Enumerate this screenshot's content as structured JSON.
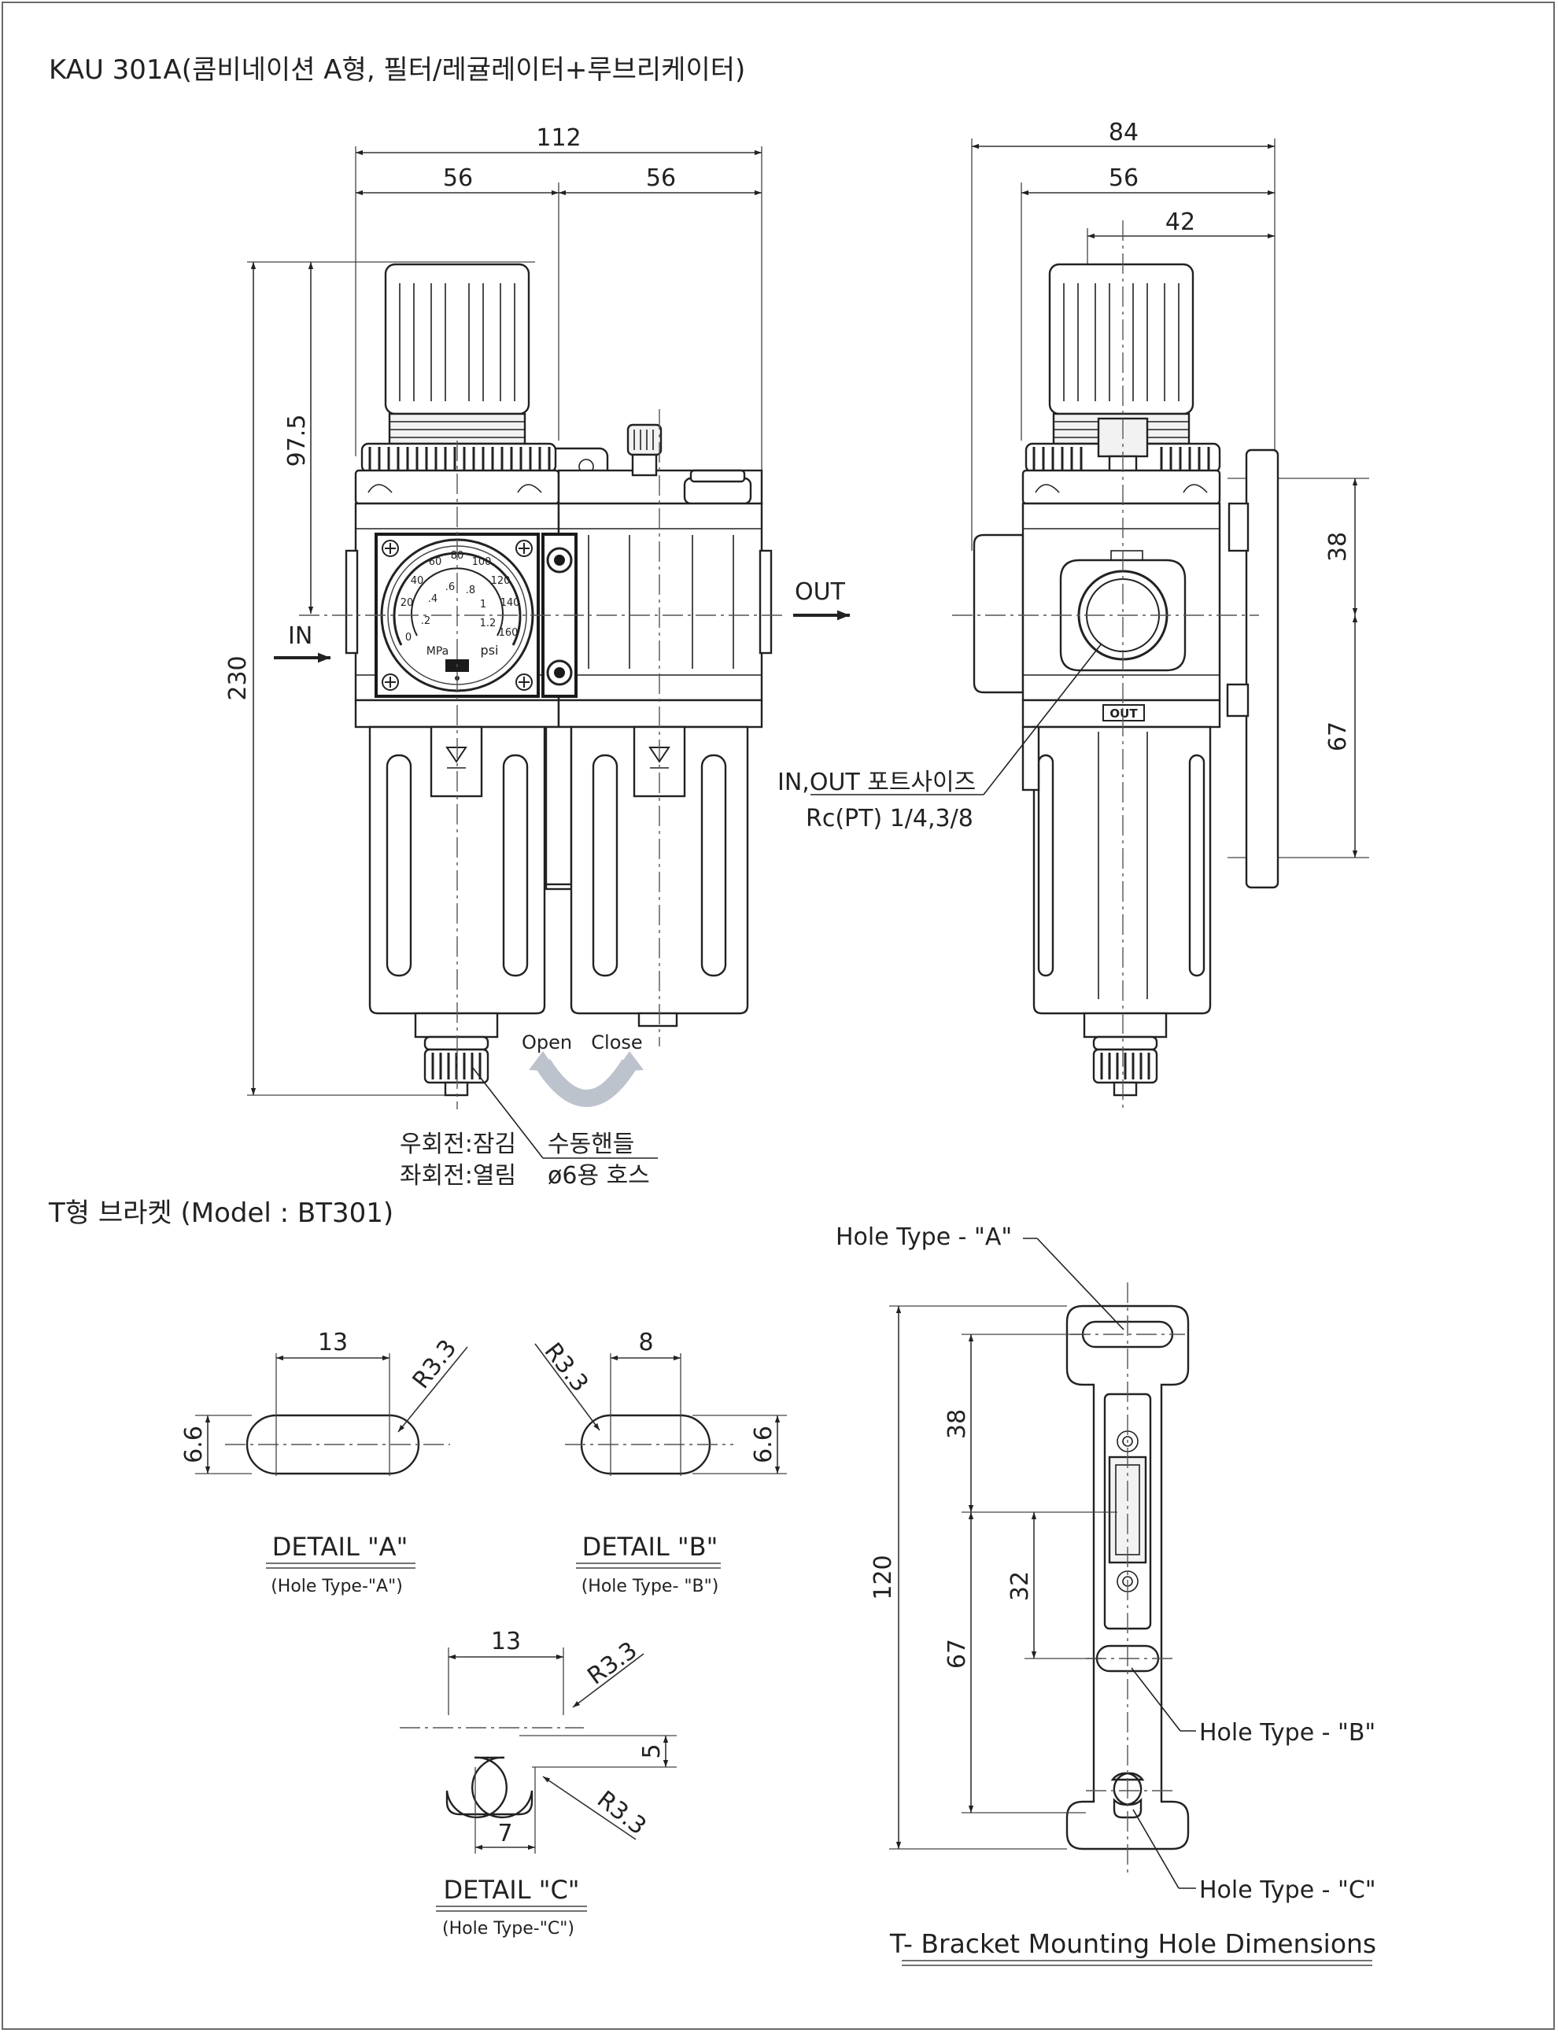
{
  "title": "KAU 301A(콤비네이션 A형, 필터/레귤레이터+루브리케이터)",
  "front_view": {
    "dim_width_total": "112",
    "dim_left": "56",
    "dim_right": "56",
    "dim_height_upper": "97.5",
    "dim_height_total": "230",
    "port_in": "IN",
    "port_out": "OUT",
    "gauge_unit_mpa": "MPa",
    "gauge_unit_psi": "psi",
    "drain_rotation_right": "우회전:잠김",
    "drain_rotation_left": "좌회전:열림",
    "drain_manual_handle": "수동핸들",
    "drain_hose": "ø6용 호스",
    "valve_open": "Open",
    "valve_close": "Close"
  },
  "side_view": {
    "dim_width_total": "84",
    "dim_width_body": "56",
    "dim_width_offset": "42",
    "dim_bracket_upper": "38",
    "dim_bracket_lower": "67",
    "out_label": "OUT",
    "port_size_title": "IN,OUT 포트사이즈",
    "port_size_value": "Rc(PT) 1/4,3/8"
  },
  "bracket_section": {
    "title": "T형 브라켓 (Model : BT301)",
    "detail_a": {
      "dim_length": "13",
      "dim_radius": "R3.3",
      "dim_height": "6.6",
      "label": "DETAIL \"A\"",
      "caption": "(Hole Type-\"A\")"
    },
    "detail_b": {
      "dim_length": "8",
      "dim_radius": "R3.3",
      "dim_height": "6.6",
      "label": "DETAIL \"B\"",
      "caption": "(Hole Type- \"B\")"
    },
    "detail_c": {
      "dim_top": "13",
      "dim_radius_top": "R3.3",
      "dim_radius_bottom": "R3.3",
      "dim_height": "5",
      "dim_bottom": "7",
      "label": "DETAIL \"C\"",
      "caption": "(Hole Type-\"C\")"
    },
    "bracket_view": {
      "hole_type_a": "Hole Type -  \"A\"",
      "hole_type_b": "Hole Type -  \"B\"",
      "hole_type_c": "Hole Type -  \"C\"",
      "dim_total": "120",
      "dim_38": "38",
      "dim_32": "32",
      "dim_67": "67",
      "caption": "T- Bracket Mounting Hole Dimensions"
    }
  }
}
